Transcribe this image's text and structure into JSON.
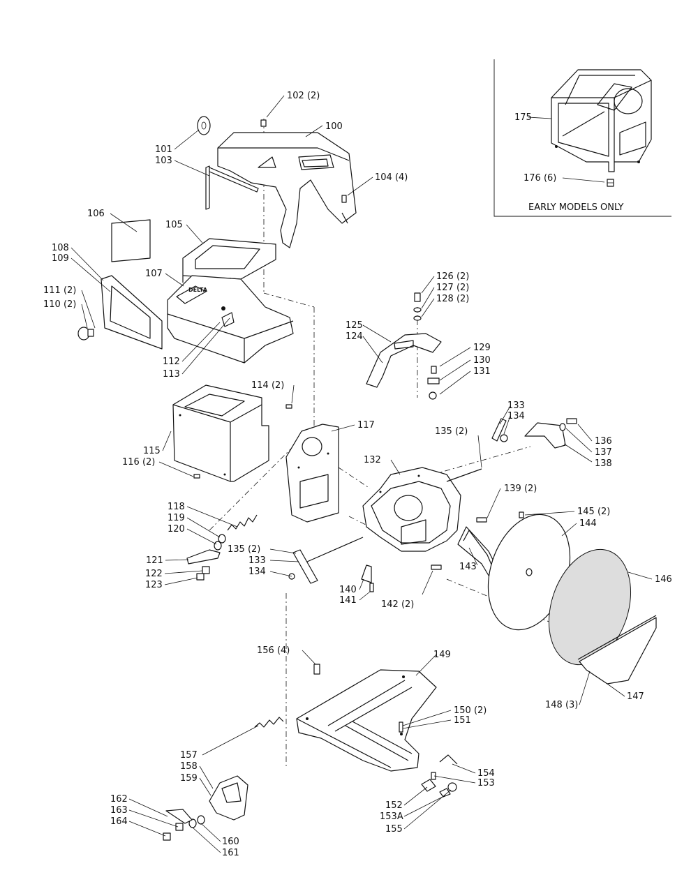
{
  "inset": {
    "caption": "EARLY MODELS ONLY"
  },
  "brand": {
    "logo_text": "DELTA"
  },
  "callouts": {
    "c100": "100",
    "c101": "101",
    "c102": "102 (2)",
    "c103": "103",
    "c104": "104 (4)",
    "c105": "105",
    "c106": "106",
    "c107": "107",
    "c108": "108",
    "c109": "109",
    "c110": "110 (2)",
    "c111": "111 (2)",
    "c112": "112",
    "c113": "113",
    "c114": "114 (2)",
    "c115": "115",
    "c116": "116 (2)",
    "c117": "117",
    "c118": "118",
    "c119": "119",
    "c120": "120",
    "c121": "121",
    "c122": "122",
    "c123": "123",
    "c124": "124",
    "c125": "125",
    "c126": "126 (2)",
    "c127": "127 (2)",
    "c128": "128 (2)",
    "c129": "129",
    "c130": "130",
    "c131": "131",
    "c132": "132",
    "c133a": "133",
    "c134a": "134",
    "c135a": "135 (2)",
    "c133b": "133",
    "c134b": "134",
    "c135b": "135 (2)",
    "c136": "136",
    "c137": "137",
    "c138": "138",
    "c139": "139 (2)",
    "c140": "140",
    "c141": "141",
    "c142": "142 (2)",
    "c143": "143",
    "c144": "144",
    "c145": "145 (2)",
    "c146": "146",
    "c147": "147",
    "c148": "148 (3)",
    "c149": "149",
    "c150": "150 (2)",
    "c151": "151",
    "c152": "152",
    "c153": "153",
    "c153a": "153A",
    "c154": "154",
    "c155": "155",
    "c156": "156 (4)",
    "c157": "157",
    "c158": "158",
    "c159": "159",
    "c160": "160",
    "c161": "161",
    "c162": "162",
    "c163": "163",
    "c164": "164",
    "c175": "175",
    "c176": "176 (6)"
  }
}
